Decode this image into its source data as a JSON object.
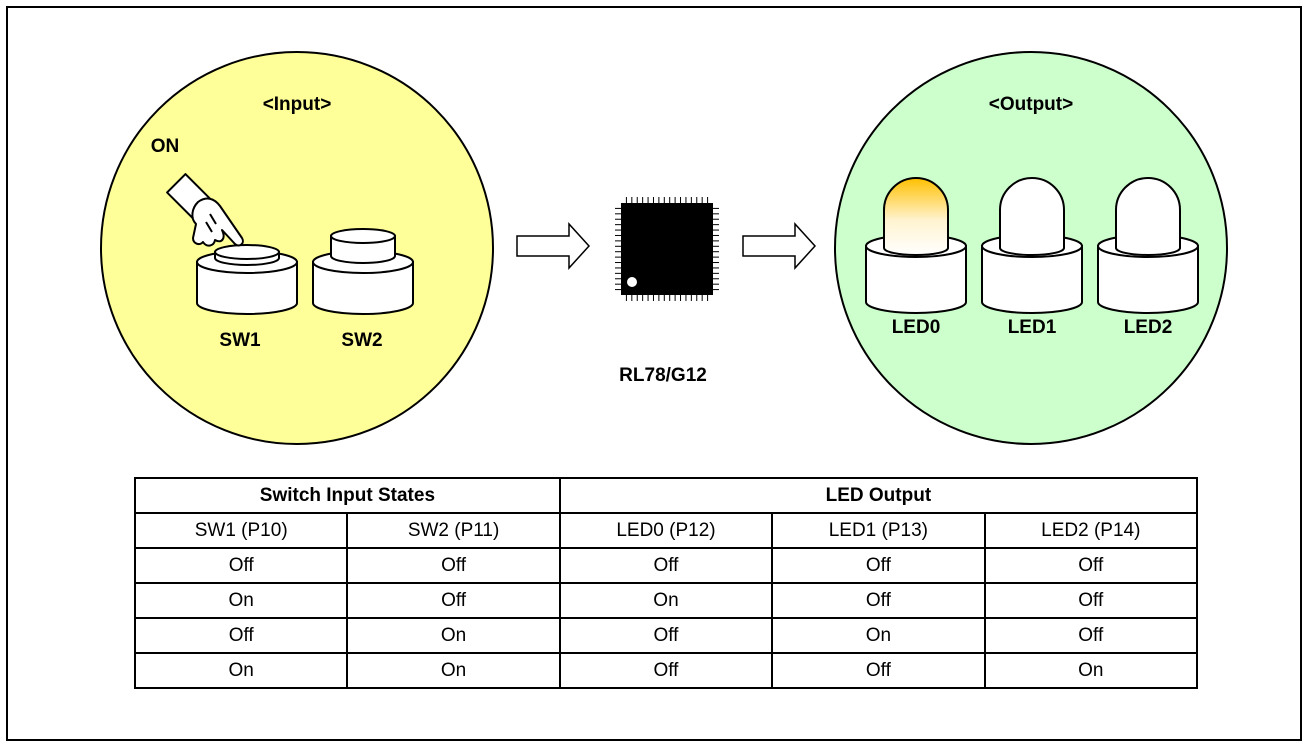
{
  "colors": {
    "input_fill": "#ffff99",
    "output_fill": "#ccffcc",
    "chip": "#000000",
    "led_lit": "#ffc000"
  },
  "input": {
    "title": "<Input>",
    "on_label": "ON",
    "switches": [
      {
        "label": "SW1",
        "pressed": true,
        "icon": "push-button-switch-icon"
      },
      {
        "label": "SW2",
        "pressed": false,
        "icon": "push-button-switch-icon"
      }
    ],
    "hand_icon": "pressing-finger-icon"
  },
  "mcu": {
    "label": "RL78/G12",
    "icon": "microcontroller-chip-icon"
  },
  "arrows": [
    "right-arrow-icon",
    "right-arrow-icon"
  ],
  "output": {
    "title": "<Output>",
    "leds": [
      {
        "label": "LED0",
        "lit": true,
        "icon": "led-icon"
      },
      {
        "label": "LED1",
        "lit": false,
        "icon": "led-icon"
      },
      {
        "label": "LED2",
        "lit": false,
        "icon": "led-icon"
      }
    ]
  },
  "table": {
    "group_headers": [
      "Switch Input States",
      "LED Output"
    ],
    "columns": [
      "SW1 (P10)",
      "SW2 (P11)",
      "LED0 (P12)",
      "LED1 (P13)",
      "LED2 (P14)"
    ],
    "rows": [
      [
        "Off",
        "Off",
        "Off",
        "Off",
        "Off"
      ],
      [
        "On",
        "Off",
        "On",
        "Off",
        "Off"
      ],
      [
        "Off",
        "On",
        "Off",
        "On",
        "Off"
      ],
      [
        "On",
        "On",
        "Off",
        "Off",
        "On"
      ]
    ]
  }
}
